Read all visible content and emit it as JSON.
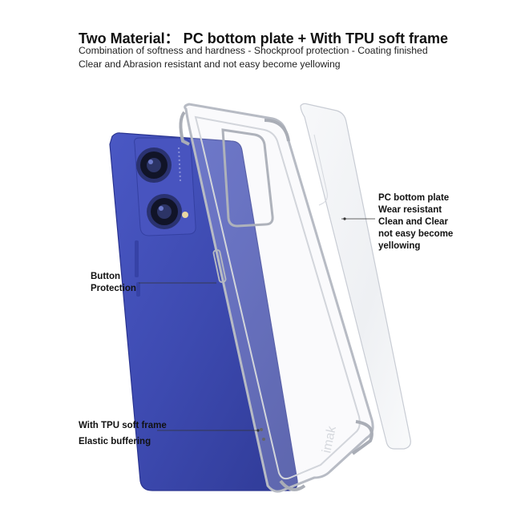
{
  "header": {
    "title": "Two Material： PC bottom plate + With TPU soft frame",
    "subtitle_line1": "Combination of softness and hardness - Shockproof protection - Coating finished",
    "subtitle_line2": "Clear and Abrasion resistant and not easy become yellowing"
  },
  "callouts": {
    "button_protection": [
      "Button",
      "Protection"
    ],
    "pc_plate": [
      "PC bottom plate",
      "Wear resistant",
      "Clean and Clear",
      "not easy become",
      "yellowing"
    ],
    "tpu_frame": [
      "With TPU soft frame",
      "Elastic buffering"
    ]
  },
  "colors": {
    "phone_back": "#3d4ab0",
    "case_edge": "#c9ccd2",
    "background": "#ffffff"
  },
  "watermark": "imak"
}
